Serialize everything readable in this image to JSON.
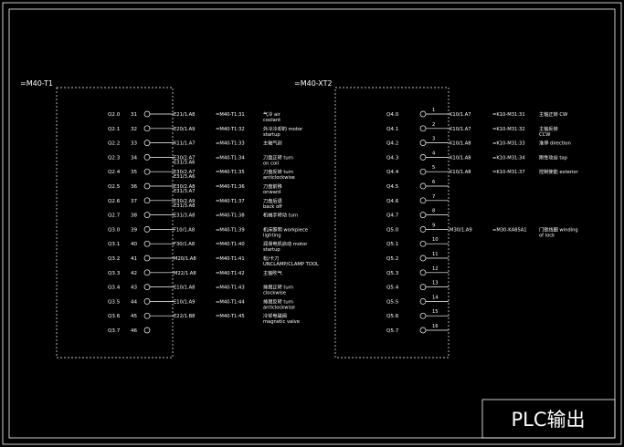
{
  "left_module": {
    "title": "=M40-T1",
    "rows": [
      {
        "addr": "Q2.0",
        "pin": "31",
        "ref": "E21/1.A8",
        "tag": "=M40-T1:31",
        "desc": [
          "气冷 air",
          "coolant"
        ]
      },
      {
        "addr": "Q2.1",
        "pin": "32",
        "ref": "E20/1.A9",
        "tag": "=M40-T1:32",
        "desc": [
          "外冷冷却的 motor",
          "startup"
        ]
      },
      {
        "addr": "Q2.2",
        "pin": "33",
        "ref": "K11/1.A7",
        "tag": "=M40-T1:33",
        "desc": [
          "主轴气封"
        ]
      },
      {
        "addr": "Q2.3",
        "pin": "34",
        "ref": "E30/2.A7",
        "ref2": "E31/3.A6",
        "tag": "=M40-T1:34",
        "desc": [
          "刀盘正转 turn",
          "on coil"
        ]
      },
      {
        "addr": "Q2.4",
        "pin": "35",
        "ref": "E30/2.A7",
        "ref2": "E31/3.A6",
        "tag": "=M40-T1:35",
        "desc": [
          "刀盘反转 turn",
          "anticlockwise"
        ]
      },
      {
        "addr": "Q2.5",
        "pin": "36",
        "ref": "E30/2.A8",
        "ref2": "E31/3.A7",
        "tag": "=M40-T1:36",
        "desc": [
          "刀盘前移",
          "onward"
        ]
      },
      {
        "addr": "Q2.6",
        "pin": "37",
        "ref": "E30/2.A9",
        "ref2": "E31/3.A8",
        "tag": "=M40-T1:37",
        "desc": [
          "刀盘后退",
          "back off"
        ]
      },
      {
        "addr": "Q2.7",
        "pin": "38",
        "ref": "E31/3.A8",
        "tag": "=M40-T1:38",
        "desc": [
          "机械手转动 turn"
        ]
      },
      {
        "addr": "Q3.0",
        "pin": "39",
        "ref": "F10/1.A8",
        "tag": "=M40-T1:39",
        "desc": [
          "机床照明 workpiece",
          "lighting"
        ]
      },
      {
        "addr": "Q3.1",
        "pin": "40",
        "ref": "F30/1.A8",
        "tag": "=M40-T1:40",
        "desc": [
          "润滑电机启动 motor",
          "startup"
        ]
      },
      {
        "addr": "Q3.2",
        "pin": "41",
        "ref": "M20/1.A8",
        "tag": "=M40-T1:41",
        "desc": [
          "松/卡刀",
          "UNCLAMP/CLAMP TOOL"
        ]
      },
      {
        "addr": "Q3.3",
        "pin": "42",
        "ref": "M22/1.A8",
        "tag": "=M40-T1:42",
        "desc": [
          "主轴吹气"
        ]
      },
      {
        "addr": "Q3.4",
        "pin": "43",
        "ref": "E10/1.A8",
        "tag": "=M40-T1:43",
        "desc": [
          "排屑正转 turn",
          "clockwise"
        ]
      },
      {
        "addr": "Q3.5",
        "pin": "44",
        "ref": "E10/1.A9",
        "tag": "=M40-T1:44",
        "desc": [
          "排屑反转 turn",
          "anticlockwise"
        ]
      },
      {
        "addr": "Q3.6",
        "pin": "45",
        "ref": "E22/1.B8",
        "tag": "=M40-T1:45",
        "desc": [
          "冷却电磁阀",
          "magnetic valve"
        ]
      },
      {
        "addr": "Q3.7",
        "pin": "46",
        "ref": "",
        "tag": "",
        "desc": []
      }
    ]
  },
  "right_module": {
    "title": "=M40-XT2",
    "rows": [
      {
        "addr": "Q4.0",
        "pin": "1",
        "ref": "K10/1.A7",
        "tag": "=K10-M31:31",
        "desc": [
          "主轴正转 CW"
        ]
      },
      {
        "addr": "Q4.1",
        "pin": "2",
        "ref": "K10/1.A7",
        "tag": "=K10-M31:32",
        "desc": [
          "主轴反转",
          "CCW"
        ]
      },
      {
        "addr": "Q4.2",
        "pin": "3",
        "ref": "K10/1.A8",
        "tag": "=K10-M31:33",
        "desc": [
          "准停 direction"
        ]
      },
      {
        "addr": "Q4.3",
        "pin": "4",
        "ref": "K10/1.A8",
        "tag": "=K10-M31:34",
        "desc": [
          "刚性攻丝 tap"
        ]
      },
      {
        "addr": "Q4.4",
        "pin": "5",
        "ref": "K10/1.A8",
        "tag": "=K10-M31:37",
        "desc": [
          "控制使能 exterior"
        ]
      },
      {
        "addr": "Q4.5",
        "pin": "6",
        "ref": "",
        "tag": "",
        "desc": []
      },
      {
        "addr": "Q4.6",
        "pin": "7",
        "ref": "",
        "tag": "",
        "desc": []
      },
      {
        "addr": "Q4.7",
        "pin": "8",
        "ref": "",
        "tag": "",
        "desc": []
      },
      {
        "addr": "Q5.0",
        "pin": "9",
        "ref": "M30/1.A9",
        "tag": "=M30-KA85A1",
        "desc": [
          "门锁线圈 winding",
          "of lock"
        ]
      },
      {
        "addr": "Q5.1",
        "pin": "10",
        "ref": "",
        "tag": "",
        "desc": []
      },
      {
        "addr": "Q5.2",
        "pin": "11",
        "ref": "",
        "tag": "",
        "desc": []
      },
      {
        "addr": "Q5.3",
        "pin": "12",
        "ref": "",
        "tag": "",
        "desc": []
      },
      {
        "addr": "Q5.4",
        "pin": "13",
        "ref": "",
        "tag": "",
        "desc": []
      },
      {
        "addr": "Q5.5",
        "pin": "14",
        "ref": "",
        "tag": "",
        "desc": []
      },
      {
        "addr": "Q5.6",
        "pin": "15",
        "ref": "",
        "tag": "",
        "desc": []
      },
      {
        "addr": "Q5.7",
        "pin": "16",
        "ref": "",
        "tag": "",
        "desc": []
      }
    ]
  },
  "title_block": {
    "label": "PLC输出"
  },
  "colors": {
    "background": "#000000",
    "lines": "#ffffff"
  }
}
